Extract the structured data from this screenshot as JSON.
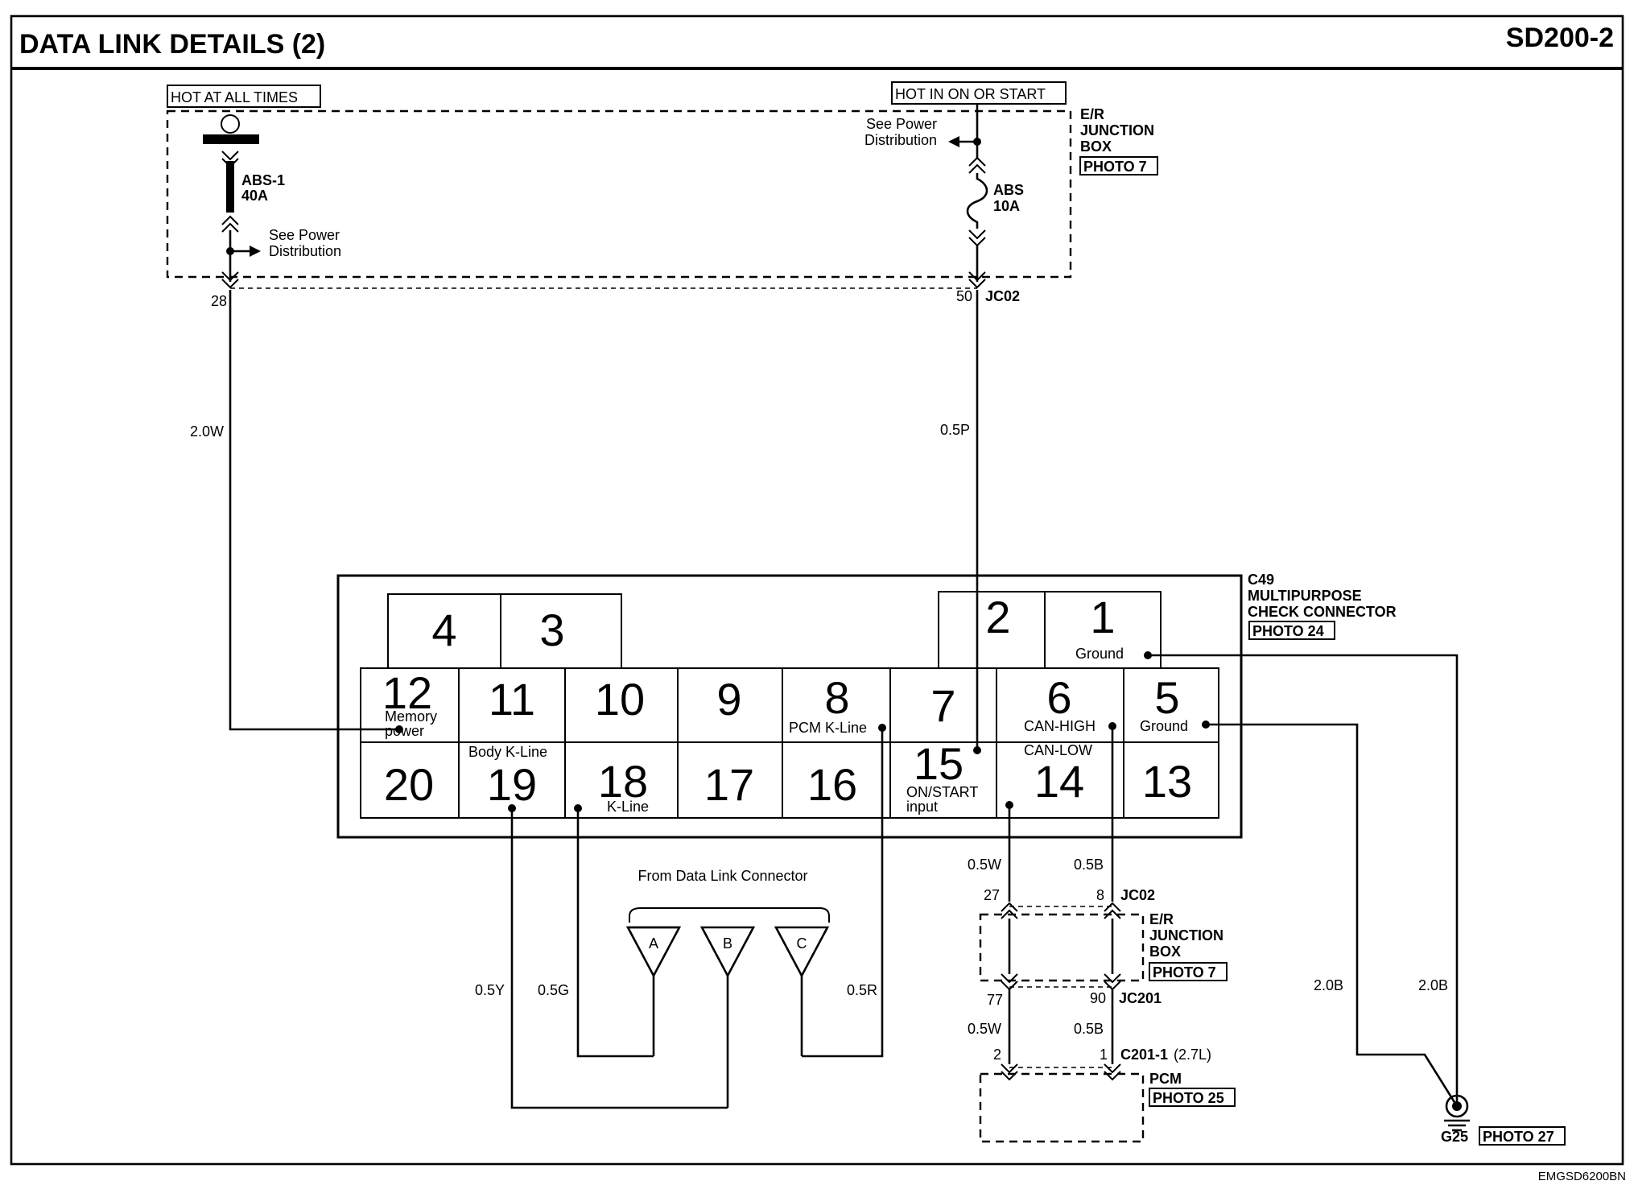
{
  "header": {
    "title": "DATA LINK DETAILS (2)",
    "code": "SD200-2"
  },
  "footer": {
    "doc_id": "EMGSD6200BN"
  },
  "power": {
    "hot_at_all_times": "HOT AT ALL TIMES",
    "hot_in_on_or_start": "HOT IN ON OR START",
    "see_power": "See Power",
    "distribution": "Distribution"
  },
  "fuses": {
    "abs1_name": "ABS-1",
    "abs1_rating": "40A",
    "abs_name": "ABS",
    "abs_rating": "10A"
  },
  "junction_box": {
    "line1": "E/R",
    "line2": "JUNCTION",
    "line3": "BOX",
    "photo": "PHOTO 7"
  },
  "connectors": {
    "jc02": "JC02",
    "jc201": "JC201",
    "c201": "C201-1",
    "c201_note": "(2.7L)",
    "pcm": "PCM",
    "pcm_photo": "PHOTO 25",
    "g25": "G25",
    "g25_photo": "PHOTO 27"
  },
  "c49": {
    "line1": "C49",
    "line2": "MULTIPURPOSE",
    "line3": "CHECK CONNECTOR",
    "photo": "PHOTO 24"
  },
  "pins": {
    "p1": "1",
    "p2": "2",
    "p3": "3",
    "p4": "4",
    "p5": "5",
    "p6": "6",
    "p7": "7",
    "p8": "8",
    "p9": "9",
    "p10": "10",
    "p11": "11",
    "p12": "12",
    "p13": "13",
    "p14": "14",
    "p15": "15",
    "p16": "16",
    "p17": "17",
    "p18": "18",
    "p19": "19",
    "p20": "20"
  },
  "pin_labels": {
    "ground": "Ground",
    "memory": "Memory",
    "power": "power",
    "pcm_kline": "PCM K-Line",
    "can_high": "CAN-HIGH",
    "can_low": "CAN-LOW",
    "body_kline": "Body K-Line",
    "kline": "K-Line",
    "on_start": "ON/START",
    "input": "input"
  },
  "terminals": {
    "t28": "28",
    "t50": "50",
    "t27": "27",
    "t8": "8",
    "t77": "77",
    "t90": "90",
    "t2": "2",
    "t1": "1"
  },
  "wires": {
    "w_2_0w": "2.0W",
    "w_0_5p": "0.5P",
    "w_0_5w": "0.5W",
    "w_0_5b": "0.5B",
    "w_0_5y": "0.5Y",
    "w_0_5g": "0.5G",
    "w_0_5r": "0.5R",
    "w_2_0b": "2.0B"
  },
  "dlc": {
    "title": "From Data Link Connector",
    "a": "A",
    "b": "B",
    "c": "C"
  }
}
